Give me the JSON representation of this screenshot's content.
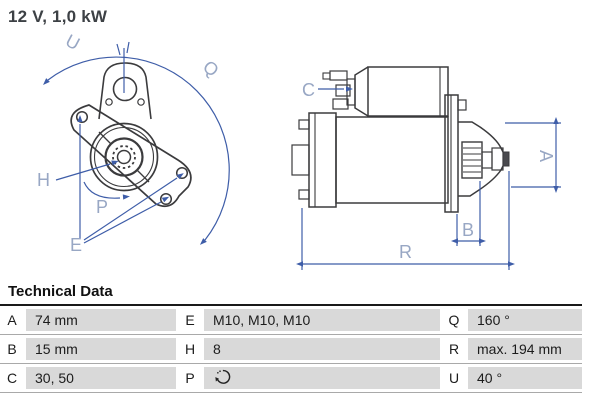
{
  "header": {
    "title": "12 V, 1,0 kW"
  },
  "diagram": {
    "labels": {
      "U": "U",
      "Q": "Q",
      "H": "H",
      "P": "P",
      "E": "E",
      "C": "C",
      "A": "A",
      "B": "B",
      "R": "R"
    },
    "colors": {
      "part_outline": "#3b3b3d",
      "dimension_blue": "#3e5da8",
      "label_blue": "#98a7c4"
    }
  },
  "technical_data": {
    "heading": "Technical Data",
    "rows": [
      [
        {
          "key": "A",
          "value": "74 mm"
        },
        {
          "key": "E",
          "value": "M10, M10, M10"
        },
        {
          "key": "Q",
          "value": "160 °"
        }
      ],
      [
        {
          "key": "B",
          "value": "15 mm"
        },
        {
          "key": "H",
          "value": "8"
        },
        {
          "key": "R",
          "value": "max. 194 mm"
        }
      ],
      [
        {
          "key": "C",
          "value": "30, 50"
        },
        {
          "key": "P",
          "value": "",
          "icon": "rotation-direction-icon"
        },
        {
          "key": "U",
          "value": "40 °"
        }
      ]
    ]
  }
}
